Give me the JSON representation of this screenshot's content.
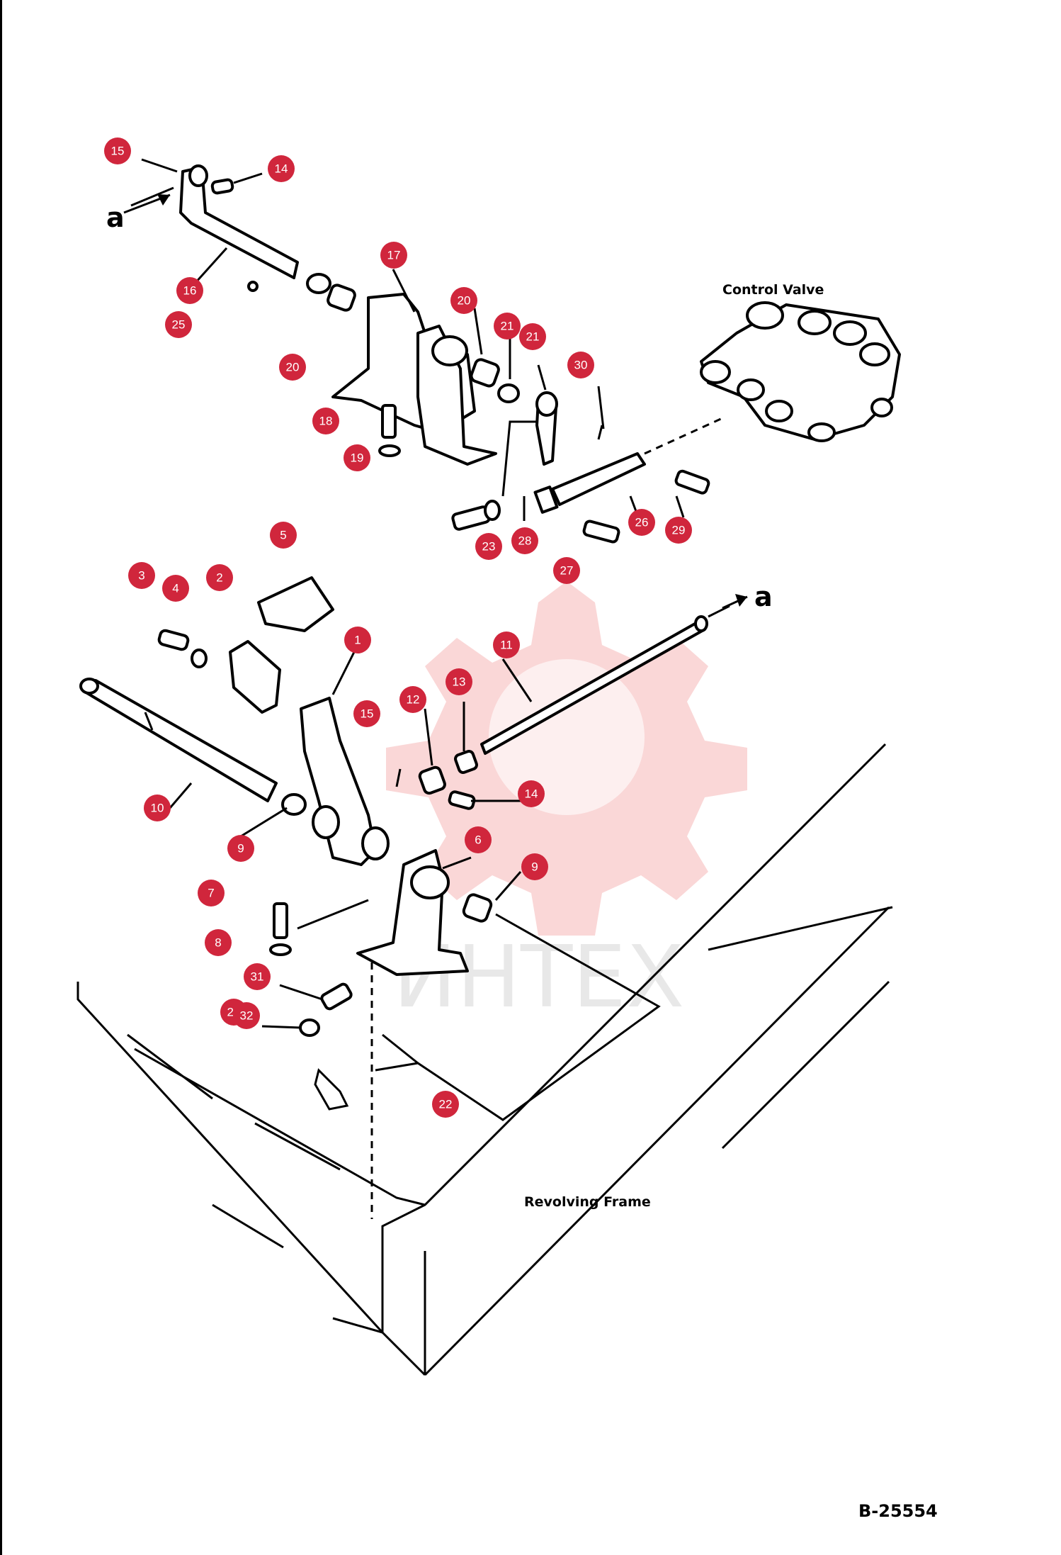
{
  "diagram": {
    "labels": {
      "control_valve": "Control Valve",
      "revolving_frame": "Revolving Frame",
      "arrow_a_top": "a",
      "arrow_a_right": "a",
      "figure_code": "B-25554",
      "watermark": "ИНТЕХ"
    },
    "callouts": [
      "1",
      "2",
      "3",
      "4",
      "5",
      "6",
      "7",
      "8",
      "9",
      "9",
      "10",
      "11",
      "12",
      "13",
      "14",
      "14",
      "15",
      "15",
      "16",
      "17",
      "18",
      "19",
      "20",
      "20",
      "21",
      "21",
      "22",
      "23",
      "24",
      "25",
      "26",
      "27",
      "28",
      "29",
      "30",
      "31",
      "32"
    ],
    "colors": {
      "callout_fill": "#d0263c",
      "line": "#000000",
      "watermark": "#f3a6a6"
    }
  }
}
